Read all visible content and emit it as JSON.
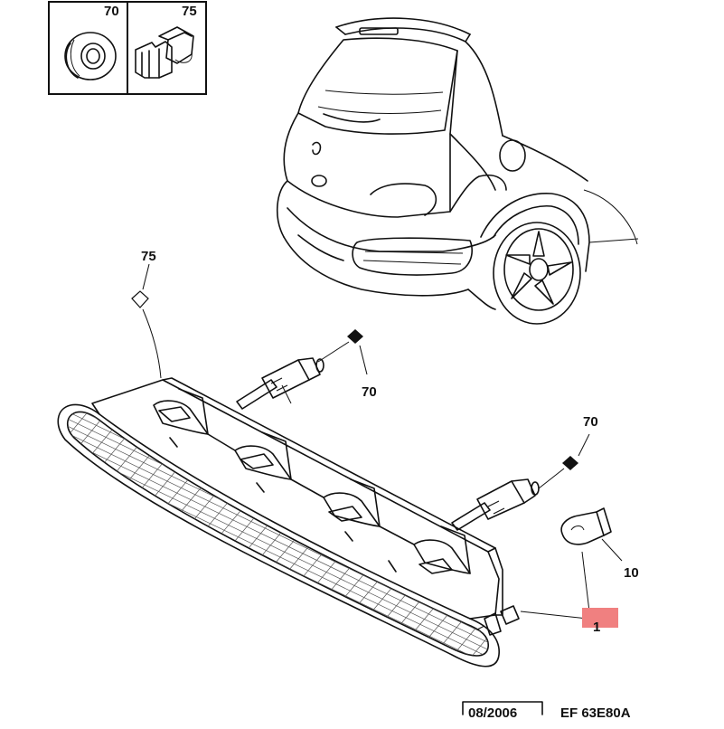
{
  "inset_boxes": [
    {
      "ref": "70"
    },
    {
      "ref": "75"
    }
  ],
  "callouts": [
    {
      "ref": "75"
    },
    {
      "ref": "70"
    },
    {
      "ref": "70"
    },
    {
      "ref": "10"
    },
    {
      "ref": "1"
    }
  ],
  "highlight_color": "#f08080",
  "footer": {
    "date": "08/2006",
    "code": "EF 63E80A"
  }
}
